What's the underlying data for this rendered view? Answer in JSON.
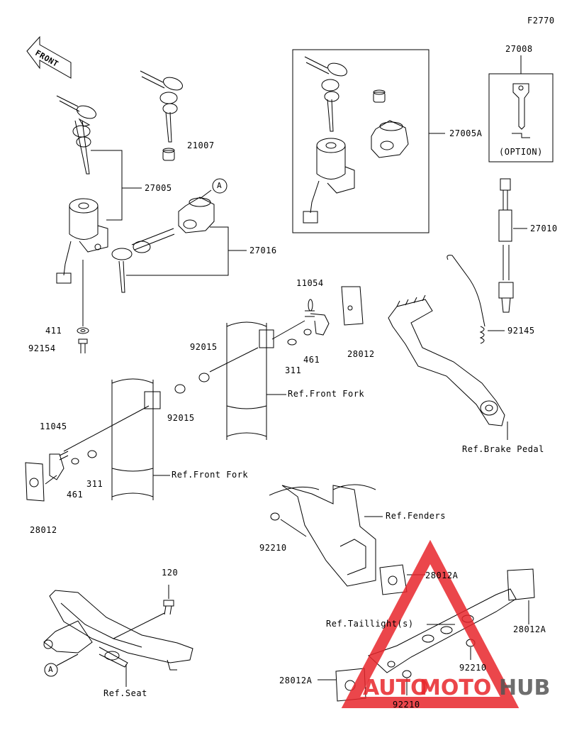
{
  "figure_code": "F2770",
  "front_label": "FRONT",
  "callout_marker": "A",
  "option_label": "(OPTION)",
  "watermark": {
    "part1": "AUTO",
    "part2": "MOTO",
    "part3": "HUB",
    "color_red": "#e8262b",
    "color_gray": "#555555"
  },
  "parts": [
    {
      "id": "p27008",
      "text": "27008"
    },
    {
      "id": "p21007",
      "text": "21007"
    },
    {
      "id": "p27005A",
      "text": "27005A"
    },
    {
      "id": "p27005",
      "text": "27005"
    },
    {
      "id": "p27010",
      "text": "27010"
    },
    {
      "id": "p27016",
      "text": "27016"
    },
    {
      "id": "p11054",
      "text": "11054"
    },
    {
      "id": "p92145",
      "text": "92145"
    },
    {
      "id": "p411",
      "text": "411"
    },
    {
      "id": "p92154",
      "text": "92154"
    },
    {
      "id": "p92015a",
      "text": "92015"
    },
    {
      "id": "p28012a",
      "text": "28012"
    },
    {
      "id": "p311a",
      "text": "311"
    },
    {
      "id": "p461a",
      "text": "461"
    },
    {
      "id": "p92015b",
      "text": "92015"
    },
    {
      "id": "p11045",
      "text": "11045"
    },
    {
      "id": "p311b",
      "text": "311"
    },
    {
      "id": "p461b",
      "text": "461"
    },
    {
      "id": "p28012b",
      "text": "28012"
    },
    {
      "id": "p92210a",
      "text": "92210"
    },
    {
      "id": "p120",
      "text": "120"
    },
    {
      "id": "p28012A1",
      "text": "28012A"
    },
    {
      "id": "p28012A2",
      "text": "28012A"
    },
    {
      "id": "p92210b",
      "text": "92210"
    },
    {
      "id": "p28012A3",
      "text": "28012A"
    },
    {
      "id": "p92210c",
      "text": "92210"
    }
  ],
  "references": [
    {
      "id": "rFork1",
      "text": "Ref.Front Fork"
    },
    {
      "id": "rFork2",
      "text": "Ref.Front Fork"
    },
    {
      "id": "rBrake",
      "text": "Ref.Brake Pedal"
    },
    {
      "id": "rFenders",
      "text": "Ref.Fenders"
    },
    {
      "id": "rTail",
      "text": "Ref.Taillight(s)"
    },
    {
      "id": "rSeat",
      "text": "Ref.Seat"
    }
  ]
}
